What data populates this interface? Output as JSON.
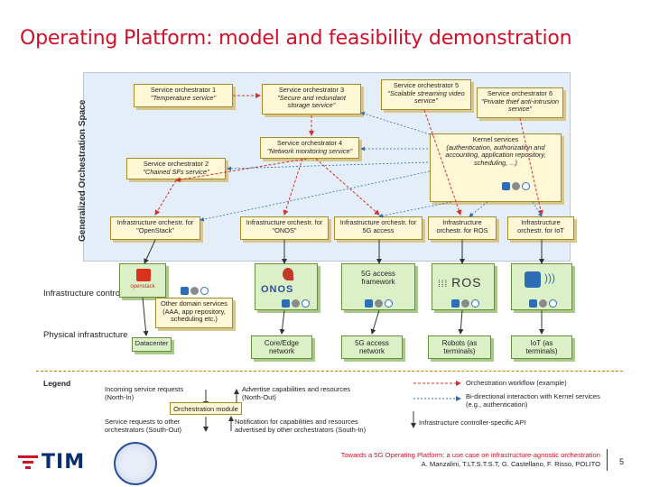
{
  "slide": {
    "title": "Operating Platform: model and feasibility demonstration",
    "page_number": "5"
  },
  "orchestration_space": {
    "label": "Generalized Orchestration Space",
    "service_orchestrators": [
      {
        "name": "Service orchestrator 1",
        "desc": "\"Temperature service\""
      },
      {
        "name": "Service orchestrator 3",
        "desc": "\"Secure and redundant storage service\""
      },
      {
        "name": "Service orchestrator 5",
        "desc": "\"Scalable streaming video service\""
      },
      {
        "name": "Service orchestrator 6",
        "desc": "\"Private thief anti-intrusion service\""
      },
      {
        "name": "Service orchestrator 4",
        "desc": "\"Network monitoring service\""
      },
      {
        "name": "Service orchestrator 2",
        "desc": "\"Chained SFs service\""
      }
    ],
    "kernel": {
      "title": "Kernel services",
      "desc": "(authentication, authorization and accounting, application repository, scheduling, ...)"
    },
    "infra_orchestrators": [
      "Infrastructure orchestr. for \"OpenStack\"",
      "Infrastructure orchestr. for \"ONOS\"",
      "Infrastructure orchestr. for 5G access",
      "Infrastructure orchestr. for ROS",
      "Infrastructure orchestr. for IoT"
    ]
  },
  "controllers": {
    "label": "Infrastructure controllers",
    "openstack_logo_text": "openstack",
    "onos_logo_text": "ONOS",
    "access_framework": "5G access framework",
    "ros_logo_text": "ROS",
    "other_domain": "Other domain services (AAA, app repository, scheduling etc.)"
  },
  "physical": {
    "label": "Physical infrastructure",
    "items": [
      "Datacenter",
      "Core/Edge network",
      "5G access network",
      "Robots (as terminals)",
      "IoT (as terminals)"
    ]
  },
  "legend": {
    "title": "Legend",
    "incoming": "Incoming service requests (North-In)",
    "advertise": "Advertise capabilities and resources (North-Out)",
    "module": "Orchestration module",
    "requests_south": "Service requests to other orchestrators (South-Out)",
    "notification": "Notification for capabilities and resources advertised by other orchestrators (South-In)",
    "workflow": "Orchestration workflow (example)",
    "bidirectional": "Bi-directional interaction with Kernel services (e.g., authentication)",
    "controller_api": "Infrastructure controller-specific API"
  },
  "footer": {
    "line1": "Towards a 5G Operating Platform: a use case on infrastructure-agnostic orchestration",
    "line2": "A. Manzalini, T.LT.S.T.S.T, G. Castellano, F. Risso, POLITO",
    "brand": "TIM"
  },
  "colors": {
    "title_red": "#d01028",
    "orch_bg": "#e3eef8",
    "module_fill": "#fff7d6",
    "infra_fill": "#dcf0c8",
    "workflow_red": "#d0342c",
    "kernel_blue": "#2d6db6"
  }
}
